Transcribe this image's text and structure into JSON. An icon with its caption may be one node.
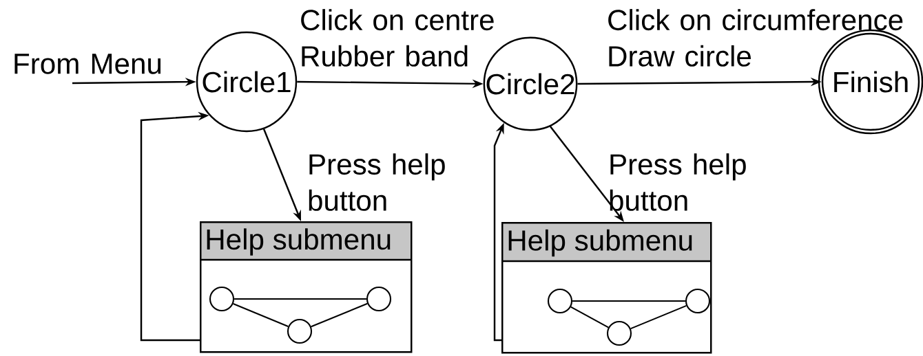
{
  "diagram": {
    "nodes": [
      {
        "text": [
          "Circle1"
        ]
      },
      {
        "text": [
          "Circle2"
        ]
      },
      {
        "text": [
          "Finish"
        ]
      },
      {
        "text": [
          "Help submenu"
        ]
      },
      {
        "text": [
          "Help submenu"
        ]
      },
      {
        "text": [],
        "shape": "circle",
        "in": 3
      },
      {
        "text": [],
        "shape": "circle",
        "in": 3
      },
      {
        "text": [],
        "shape": "circle",
        "in": 3
      },
      {
        "text": [],
        "shape": "circle",
        "in": 4
      },
      {
        "text": [],
        "shape": "circle",
        "in": 4
      },
      {
        "text": [],
        "shape": "circle",
        "in": 4
      }
    ],
    "edges": [
      {
        "from": null,
        "to": 0,
        "arrow": "to",
        "label": "From Menu"
      },
      {
        "from": 0,
        "to": 1,
        "arrow": "to",
        "label": "Click on centre Rubber band"
      },
      {
        "from": 1,
        "to": 2,
        "arrow": "to",
        "label": "Click on circumference Draw circle"
      },
      {
        "from": 0,
        "to": 3,
        "arrow": "to",
        "label": "Press help button"
      },
      {
        "from": 3,
        "to": 0,
        "arrow": "to"
      },
      {
        "from": 1,
        "to": 4,
        "arrow": "to",
        "label": "Press help button"
      },
      {
        "from": 4,
        "to": 1,
        "arrow": "to"
      },
      {
        "from": 5,
        "to": 6,
        "arrow": "none"
      },
      {
        "from": 5,
        "to": 7,
        "arrow": "none"
      },
      {
        "from": 7,
        "to": 6,
        "arrow": "none"
      },
      {
        "from": 8,
        "to": 9,
        "arrow": "none"
      },
      {
        "from": 8,
        "to": 10,
        "arrow": "none"
      },
      {
        "from": 10,
        "to": 9,
        "arrow": "none"
      }
    ]
  }
}
